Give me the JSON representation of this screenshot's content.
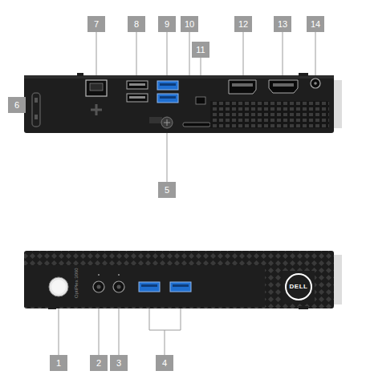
{
  "diagram": {
    "labels": [
      "7",
      "8",
      "9",
      "10",
      "11",
      "12",
      "13",
      "14",
      "6",
      "5",
      "DELL",
      "OptiPlex 3060",
      "1",
      "2",
      "3",
      "4"
    ]
  }
}
